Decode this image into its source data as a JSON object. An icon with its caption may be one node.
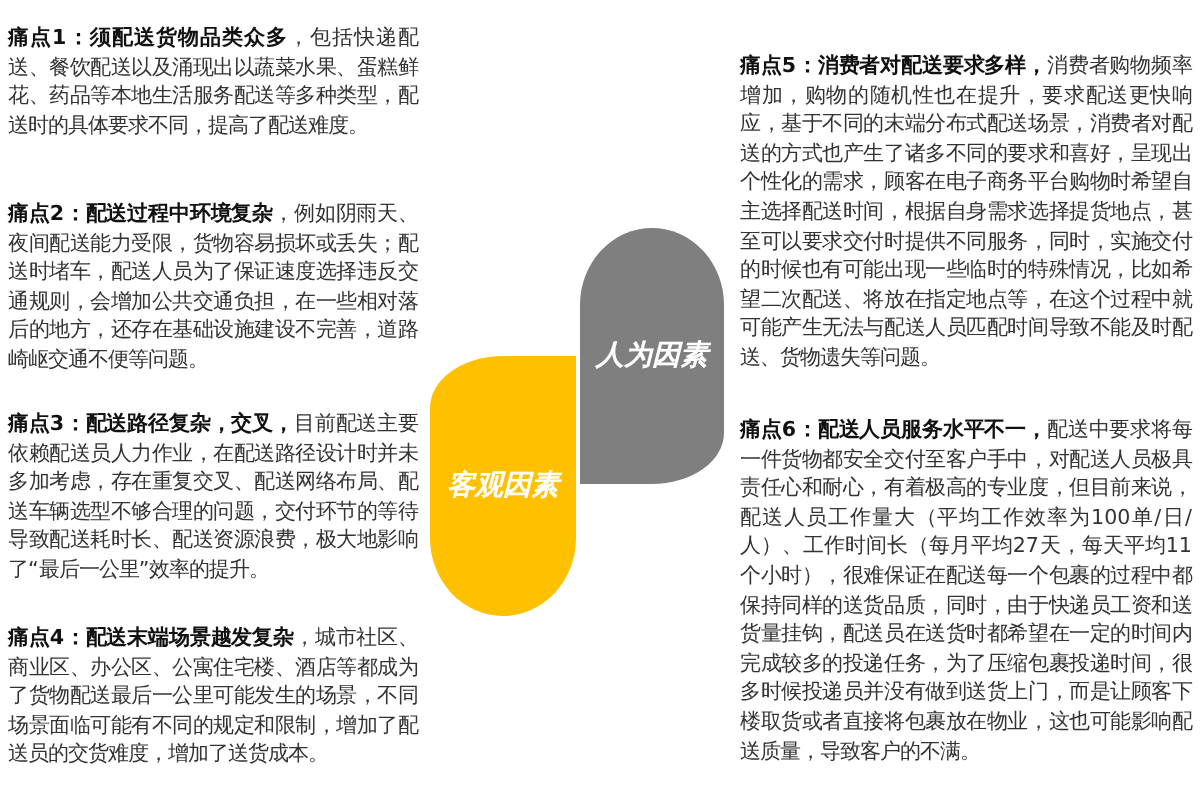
{
  "diagram": {
    "nodes": [
      {
        "text": [
          "人为因素"
        ]
      },
      {
        "text": [
          "客观因素"
        ]
      }
    ],
    "labels": [
      "**痛点1：须配送货物品类众多**，包括快递配送、餐饮配送以及涌现出以蔬菜水果、蛋糕鲜花、药品等本地生活服务配送等多种类型，配送时的具体要求不同，提高了配送难度。",
      "**痛点2：配送过程中环境复杂**，例如阴雨天、夜间配送能力受限，货物容易损坏或丢失；配送时堵车，配送人员为了保证速度选择违反交通规则，会增加公共交通负担，在一些相对落后的地方，还存在基础设施建设不完善，道路崎岖交通不便等问题。",
      "**痛点3：配送路径复杂，交叉，**目前配送主要依赖配送员人力作业，在配送路径设计时并未多加考虑，存在重复交叉、配送网络布局、配送车辆选型不够合理的问题，交付环节的等待导致配送耗时长、配送资源浪费，极大地影响了“最后一公里”效率的提升。",
      "**痛点4：配送末端场景越发复杂**，城市社区、商业区、办公区、公寓住宅楼、酒店等都成为了货物配送最后一公里可能发生的场景，不同场景面临可能有不同的规定和限制，增加了配送员的交货难度，增加了送货成本。",
      "**痛点5：消费者对配送要求多样，**消费者购物频率增加，购物的随机性也在提升，要求配送更快响应，基于不同的末端分布式配送场景，消费者对配送的方式也产生了诸多不同的要求和喜好，呈现出个性化的需求，顾客在电子商务平台购物时希望自主选择配送时间，根据自身需求选择提货地点，甚至可以要求交付时提供不同服务，同时，实施交付的时候也有可能出现一些临时的特殊情况，比如希望二次配送、将放在指定地点等，在这个过程中就可能产生无法与配送人员匹配时间导致不能及时配送、货物遗失等问题。",
      "**痛点6：配送人员服务水平不一，**配送中要求将每一件货物都安全交付至客户手中，对配送人员极具责任心和耐心，有着极高的专业度，但目前来说，配送人员工作量大（平均工作效率为100单/日/人）、工作时间长（每月平均27天，每天平均11个小时），很难保证在配送每一个包裹的过程中都保持同样的送货品质，同时，由于快递员工资和送货量挂钩，配送员在送货时都希望在一定的时间内完成较多的投递任务，为了压缩包裹投递时间，很多时候投递员并没有做到送货上门，而是让顾客下楼取货或者直接将包裹放在物业，这也可能影响配送质量，导致客户的不满。"
    ]
  }
}
